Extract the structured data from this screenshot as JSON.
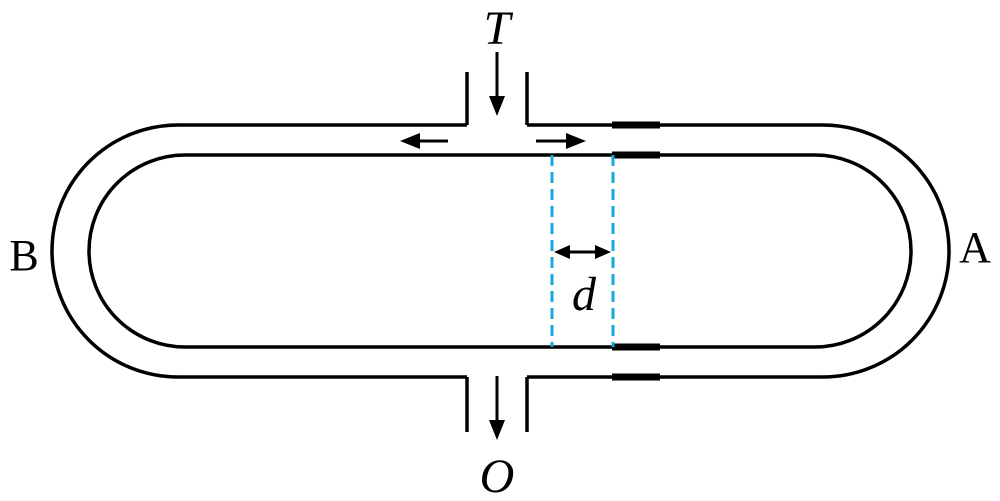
{
  "labels": {
    "input_port": "T",
    "output_port": "O",
    "left_end": "B",
    "right_end": "A",
    "displacement": "d"
  },
  "colors": {
    "tube": "#000000",
    "measure_line": "#1aa7e0",
    "background": "#ffffff"
  }
}
